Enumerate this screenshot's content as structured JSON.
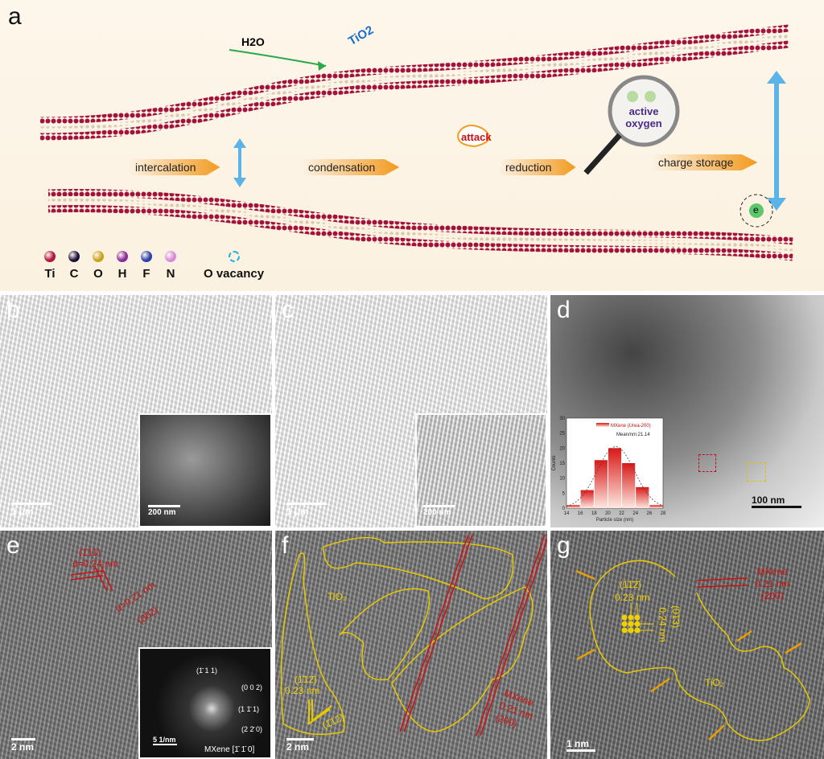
{
  "panel_a": {
    "label": "a",
    "h2o": "H2O",
    "tio2": "TiO2",
    "attack": "attack",
    "active_oxygen": [
      "active",
      "oxygen"
    ],
    "electron": "e",
    "steps": [
      "intercalation",
      "condensation",
      "reduction",
      "charge storage"
    ],
    "legend": [
      {
        "symbol": "Ti",
        "color": "#b0123a"
      },
      {
        "symbol": "C",
        "color": "#1c0f3a"
      },
      {
        "symbol": "O",
        "color": "#c9a21a"
      },
      {
        "symbol": "H",
        "color": "#8a2a9a"
      },
      {
        "symbol": "F",
        "color": "#2a3fa8"
      },
      {
        "symbol": "N",
        "color": "#d889d8"
      },
      {
        "symbol": "O vacancy",
        "color": "#2ab0e0"
      }
    ]
  },
  "panel_b": {
    "label": "b",
    "scale": "1 µm",
    "inset_scale": "200 nm"
  },
  "panel_c": {
    "label": "c",
    "scale": "1 µm",
    "inset_scale": "200 nm"
  },
  "panel_d": {
    "label": "d",
    "scale": "100 nm"
  },
  "panel_e": {
    "label": "e",
    "plane1": "(1̄11)",
    "d1": "d=0.24 nm",
    "d2": "d=0.21 nm",
    "plane2": "(002)",
    "scale": "2 nm",
    "fft": {
      "spots": [
        "(1̄ 1 1)",
        "(0 0 2)",
        "(1 1̄ 1)",
        "(2 2̄ 0)"
      ],
      "scale": "5 1/nm",
      "zone": "MXene [1̄ 1̄ 0]"
    }
  },
  "panel_f": {
    "label": "f",
    "tio2": "TiO₂",
    "plane_a": "(1̄12̄)",
    "d_a": "0.23 nm",
    "plane_b": "(1̄12)",
    "mxene": "MXene",
    "d_m": "0.21 nm",
    "plane_m": "(200)",
    "scale": "2 nm"
  },
  "panel_g": {
    "label": "g",
    "plane_a": "(11̄2̄)",
    "d_a": "0.23 nm",
    "plane_b": "(01̄3)",
    "d_b": "0.24 nm",
    "mxene": "MXene",
    "d_m": "0.21 nm",
    "plane_m": "(200)",
    "tio2": "TiO₂",
    "scale": "1 nm"
  },
  "chart_data": {
    "type": "bar",
    "title": "",
    "legend": "MXene (Urea-200)",
    "annotation": "Mean/nm:21.14",
    "xlabel": "Particle size (nm)",
    "ylabel": "Counts",
    "bin_edges": [
      14,
      16,
      18,
      20,
      22,
      24,
      26,
      28
    ],
    "values": [
      1,
      6,
      16,
      20,
      15,
      7,
      1
    ],
    "xlim": [
      14,
      28
    ],
    "ylim": [
      0,
      30
    ],
    "xticks": [
      "14",
      "16",
      "18",
      "20",
      "22",
      "24",
      "26",
      "28"
    ],
    "yticks": [
      "0",
      "5",
      "10",
      "15",
      "20",
      "25",
      "30"
    ],
    "fit": "gaussian",
    "mean": 21.14
  }
}
